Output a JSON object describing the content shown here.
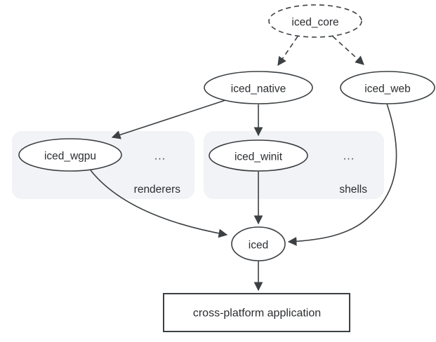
{
  "diagram": {
    "nodes": {
      "core": {
        "label": "iced_core"
      },
      "native": {
        "label": "iced_native"
      },
      "web": {
        "label": "iced_web"
      },
      "wgpu": {
        "label": "iced_wgpu"
      },
      "winit": {
        "label": "iced_winit"
      },
      "iced": {
        "label": "iced"
      },
      "app": {
        "label": "cross-platform application"
      }
    },
    "groups": {
      "renderers": {
        "label": "renderers",
        "more": "..."
      },
      "shells": {
        "label": "shells",
        "more": "..."
      }
    },
    "colors": {
      "accent": "#1a73e8",
      "group_bg": "#f1f3f6",
      "stroke": "#3c4043",
      "text": "#2b2d30"
    }
  }
}
